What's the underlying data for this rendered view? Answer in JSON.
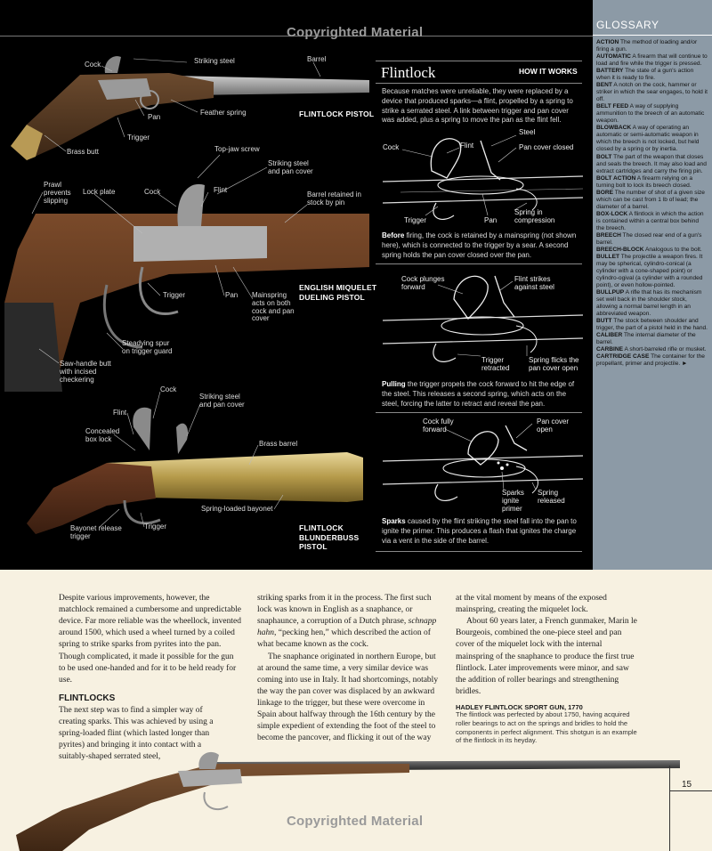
{
  "watermark": "Copyrighted Material",
  "pistol1": {
    "title": "FLINTLOCK PISTOL",
    "labels": [
      "Cock",
      "Striking steel",
      "Barrel",
      "Pan",
      "Feather spring",
      "Trigger",
      "Brass butt"
    ]
  },
  "pistol2": {
    "title_line1": "ENGLISH MIQUELET",
    "title_line2": "DUELING PISTOL",
    "labels": [
      "Top-jaw screw",
      "Striking steel and pan cover",
      "Prawl prevents slipping",
      "Lock plate",
      "Cock",
      "Flint",
      "Barrel retained in stock by pin",
      "Trigger",
      "Pan",
      "Mainspring acts on both cock and pan cover",
      "Steadying spur on trigger guard",
      "Saw-handle butt with incised checkering"
    ]
  },
  "pistol3": {
    "title_line1": "FLINTLOCK",
    "title_line2": "BLUNDERBUSS",
    "title_line3": "PISTOL",
    "labels": [
      "Cock",
      "Striking steel and pan cover",
      "Flint",
      "Concealed box lock",
      "Brass barrel",
      "Spring-loaded bayonet",
      "Bayonet release trigger",
      "Trigger"
    ]
  },
  "flintlock": {
    "title": "Flintlock",
    "how": "HOW IT WORKS",
    "intro": "Because matches were unreliable, they were replaced by a device that produced sparks—a flint, propelled by a spring to strike a serrated steel. A link between trigger and pan cover was added, plus a spring to move the pan as the flint fell.",
    "d1": [
      "Cock",
      "Flint",
      "Steel",
      "Pan cover closed",
      "Trigger",
      "Pan",
      "Spring in compression"
    ],
    "before_bold": "Before",
    "before_text": " firing, the cock is retained by a mainspring (not shown here), which is connected to the trigger by a sear. A second spring holds the pan cover closed over the pan.",
    "d2": [
      "Cock plunges forward",
      "Flint strikes against steel",
      "Trigger retracted",
      "Spring flicks the pan cover open"
    ],
    "pulling_bold": "Pulling",
    "pulling_text": " the trigger propels the cock forward to hit the edge of the steel. This releases a second spring, which acts on the steel, forcing the latter to retract and reveal the pan.",
    "d3": [
      "Cock fully forward",
      "Pan cover open",
      "Sparks ignite primer",
      "Spring released"
    ],
    "sparks_bold": "Sparks",
    "sparks_text": " caused by the flint striking  the steel fall into the pan to ignite the primer. This produces a flash that ignites the charge via a vent in the side of the barrel."
  },
  "glossary": {
    "heading": "GLOSSARY",
    "entries": [
      {
        "term": "ACTION",
        "def": " The method of loading and/or firing a gun."
      },
      {
        "term": "AUTOMATIC",
        "def": " A firearm that will continue to load and fire while the trigger is pressed."
      },
      {
        "term": "BATTERY",
        "def": " The state of a gun's action when it is ready to fire."
      },
      {
        "term": "BENT",
        "def": " A notch on the cock, hammer or striker in which the sear engages, to hold it off."
      },
      {
        "term": "BELT FEED",
        "def": " A way of supplying ammunition to the breech of an automatic weapon."
      },
      {
        "term": "BLOWBACK",
        "def": " A way of operating an automatic or semi-automatic weapon in which the breech is not locked, but held closed by a spring or by inertia."
      },
      {
        "term": "BOLT",
        "def": " The part of the weapon that closes and seals the breech. It may also load and extract cartridges and carry the firing pin."
      },
      {
        "term": "BOLT ACTION",
        "def": " A firearm relying on a turning bolt to lock its breech closed."
      },
      {
        "term": "BORE",
        "def": " The number of shot of a given size which can be cast from 1 lb of lead; the diameter of a barrel."
      },
      {
        "term": "BOX-LOCK",
        "def": " A flintlock in which the action is contained within a central box behind the breech."
      },
      {
        "term": "BREECH",
        "def": " The closed rear end of a gun's barrel."
      },
      {
        "term": "BREECH-BLOCK",
        "def": " Analogous to the bolt."
      },
      {
        "term": "BULLET",
        "def": " The projectile a weapon fires. It may be spherical, cylindro-conical (a cylinder with a cone-shaped point) or cylindro-ogival (a cylinder with a rounded point), or even hollow-pointed."
      },
      {
        "term": "BULLPUP",
        "def": " A rifle that has its mechanism set well back in the shoulder stock, allowing a normal barrel length in an abbreviated weapon."
      },
      {
        "term": "BUTT",
        "def": " The stock between shoulder and trigger, the part of a pistol held in the hand."
      },
      {
        "term": "CALIBER",
        "def": " The internal diameter of the barrel."
      },
      {
        "term": "CARBINE",
        "def": " A short-barreled rifle or musket."
      },
      {
        "term": "CARTRIDGE CASE",
        "def": " The container for the propellant, primer and projectile. ►"
      }
    ]
  },
  "body": {
    "col1_p1": "Despite various improvements, however, the matchlock remained a cumbersome and unpredictable device. Far more reliable was the wheellock, invented around 1500, which used a wheel turned by a coiled spring to strike sparks from pyrites into the pan. Though complicated, it made it possible for the gun to be used one-handed and for it to be held ready for use.",
    "col1_sub": "FLINTLOCKS",
    "col1_p2": "The next step was to find a simpler way of creating sparks. This was achieved by using a spring-loaded flint (which lasted longer than pyrites) and bringing it into contact with a suitably-shaped serrated steel,",
    "col2_p1a": "striking sparks from it in the process. The first such lock was known in English as a snaphance, or snaphaunce, a corruption of a Dutch phrase, ",
    "col2_p1i": "schnapp hahn",
    "col2_p1b": ", “pecking hen,” which described the action of what became known as the cock.",
    "col2_p2": "The snaphance originated in northern Europe, but at around the same time, a very similar device was coming into use in Italy. It had shortcomings, notably the way the pan cover was displaced by an awkward linkage to the trigger, but these were overcome in Spain about halfway through the 16th century by the simple expedient of extending the foot of the steel to become the pancover, and flicking it out of the way",
    "col3_p1": "at the vital moment by means of the exposed mainspring, creating the miquelet lock.",
    "col3_p2": "About 60 years later, a French gunmaker, Marin le Bourgeois, combined the one-piece steel and pan cover of the miquelet lock with the internal mainspring of the snaphance to produce the first true flintlock. Later improvements were minor, and saw the addition of roller bearings and strengthening bridles."
  },
  "caption": {
    "title": "HADLEY FLINTLOCK SPORT GUN, 1770",
    "text": "The flintlock was perfected by about 1750, having acquired roller bearings to act on the springs and bridles to hold the components in perfect alignment. This shotgun is an example of the flintlock in its heyday."
  },
  "page_number": "15"
}
